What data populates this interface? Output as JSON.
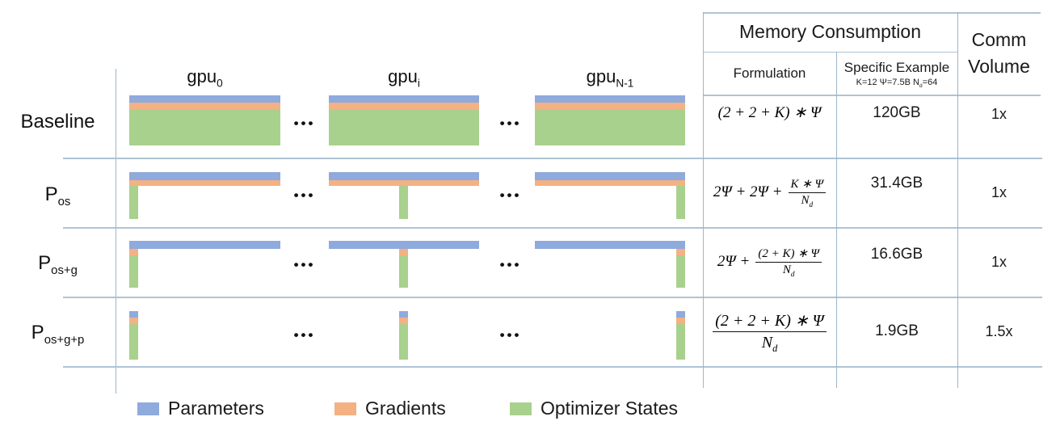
{
  "colors": {
    "parameters": "#8FAADC",
    "gradients": "#F4B183",
    "optimizer": "#A9D18E",
    "line": "#AFC4D4",
    "text": "#1A1A1A"
  },
  "gpu_headers": [
    {
      "base": "gpu",
      "sub": "0"
    },
    {
      "base": "gpu",
      "sub": "i"
    },
    {
      "base": "gpu",
      "sub": "N-1"
    }
  ],
  "ellipsis": "•••",
  "table": {
    "memory_header": "Memory Consumption",
    "comm_header_line1": "Comm",
    "comm_header_line2": "Volume",
    "formulation_header": "Formulation",
    "example_header": "Specific Example",
    "example_sub_pre": "K=12 Ψ=7.5B N",
    "example_sub_sub": "d",
    "example_sub_post": "=64"
  },
  "rows": [
    {
      "label_base": "Baseline",
      "label_sub": "",
      "formula_text": "(2 + 2 + K) ∗ Ψ",
      "example": "120GB",
      "comm": "1x"
    },
    {
      "label_base": "P",
      "label_sub": "os",
      "formula_prefix": "2Ψ + 2Ψ +",
      "formula_num": "K ∗ Ψ",
      "formula_den_base": "N",
      "formula_den_sub": "d",
      "example": "31.4GB",
      "comm": "1x"
    },
    {
      "label_base": "P",
      "label_sub": "os+g",
      "formula_prefix": "2Ψ +",
      "formula_num": "(2 + K) ∗ Ψ",
      "formula_den_base": "N",
      "formula_den_sub": "d",
      "example": "16.6GB",
      "comm": "1x"
    },
    {
      "label_base": "P",
      "label_sub": "os+g+p",
      "formula_num": "(2 + 2 + K) ∗ Ψ",
      "formula_den_base": "N",
      "formula_den_sub": "d",
      "example": "1.9GB",
      "comm": "1.5x"
    }
  ],
  "legend": [
    {
      "label": "Parameters",
      "color_key": "parameters"
    },
    {
      "label": "Gradients",
      "color_key": "gradients"
    },
    {
      "label": "Optimizer States",
      "color_key": "optimizer"
    }
  ]
}
